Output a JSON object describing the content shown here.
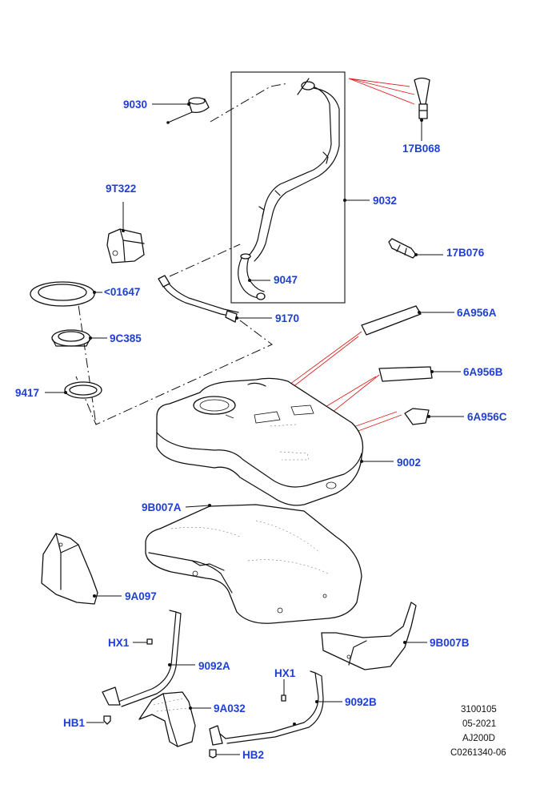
{
  "callouts": {
    "c9030": "9030",
    "c17B068": "17B068",
    "c9T322": "9T322",
    "c9032": "9032",
    "c17B076": "17B076",
    "c01647": "<01647",
    "c9047": "9047",
    "c9C385": "9C385",
    "c9170": "9170",
    "c6A956A": "6A956A",
    "c9417": "9417",
    "c6A956B": "6A956B",
    "c6A956C": "6A956C",
    "c9002": "9002",
    "c9B007A": "9B007A",
    "c9A097": "9A097",
    "cHX1a": "HX1",
    "c9092A": "9092A",
    "c9B007B": "9B007B",
    "cHX1b": "HX1",
    "c9A032": "9A032",
    "c9092B": "9092B",
    "cHB1": "HB1",
    "cHB2": "HB2"
  },
  "reference": {
    "line1": "3100105",
    "line2": "05-2021",
    "line3": "AJ200D",
    "line4": "C0261340-06"
  },
  "colors": {
    "callout": "#1e3fd6",
    "leader_red": "#e02020",
    "line": "#111111"
  }
}
